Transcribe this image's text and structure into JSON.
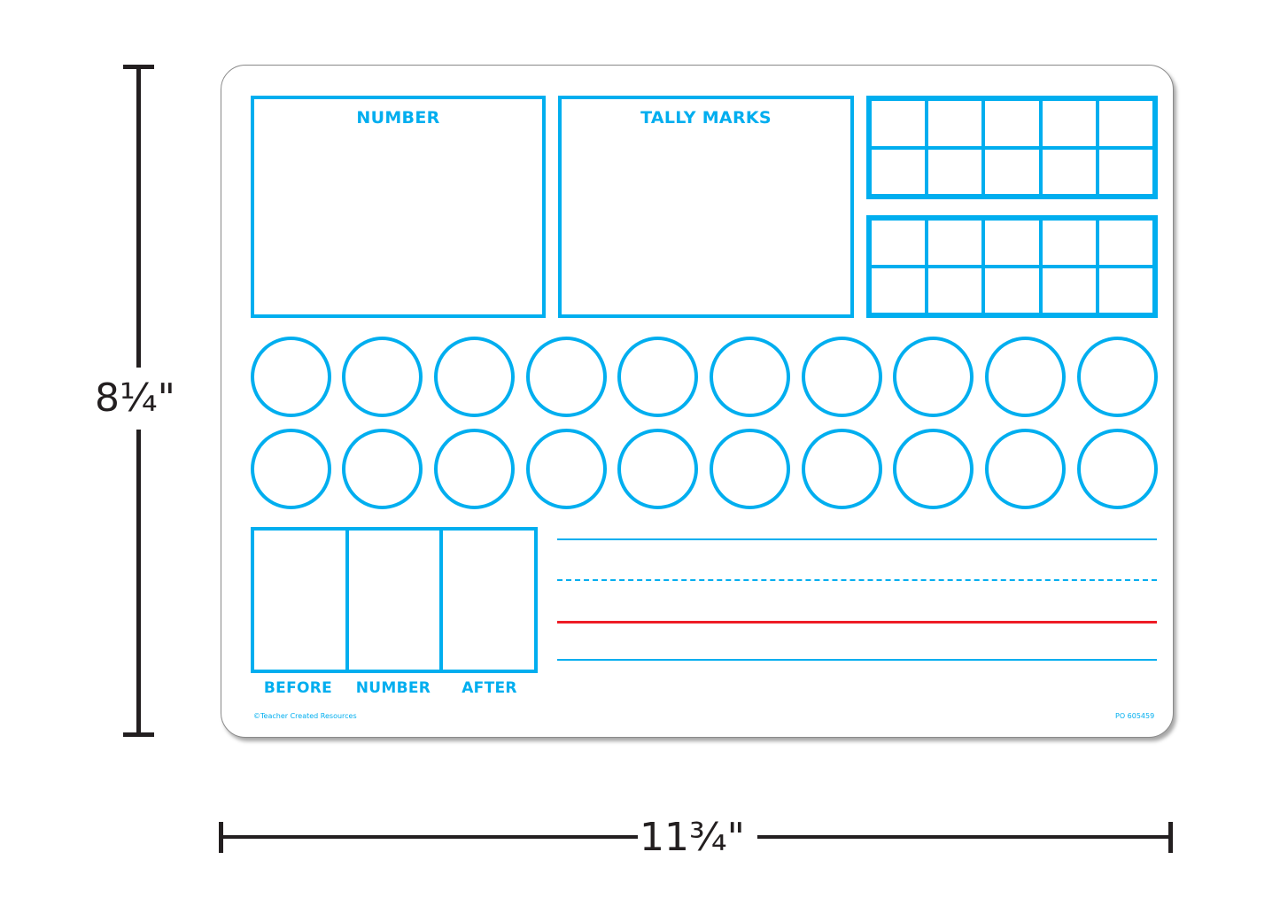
{
  "board": {
    "number_box": {
      "label": "NUMBER"
    },
    "tally_box": {
      "label": "TALLY MARKS"
    },
    "ten_frames": {
      "count": 2,
      "rows": 2,
      "columns": 5
    },
    "counting_circles": {
      "rows": 2,
      "per_row": 10
    },
    "sequence_boxes": {
      "labels": [
        "BEFORE",
        "NUMBER",
        "AFTER"
      ]
    },
    "handwriting_lines": {
      "lines": [
        "solid-blue",
        "dashed-blue",
        "solid-red",
        "solid-blue"
      ]
    },
    "copyright": "©Teacher Created Resources",
    "product_code": "PO 605459"
  },
  "dimensions": {
    "height_label": "8¼\"",
    "width_label": "11¾\""
  },
  "colors": {
    "primary_blue": "#00aeef",
    "baseline_red": "#ee1c25",
    "dimension_black": "#231f20"
  }
}
